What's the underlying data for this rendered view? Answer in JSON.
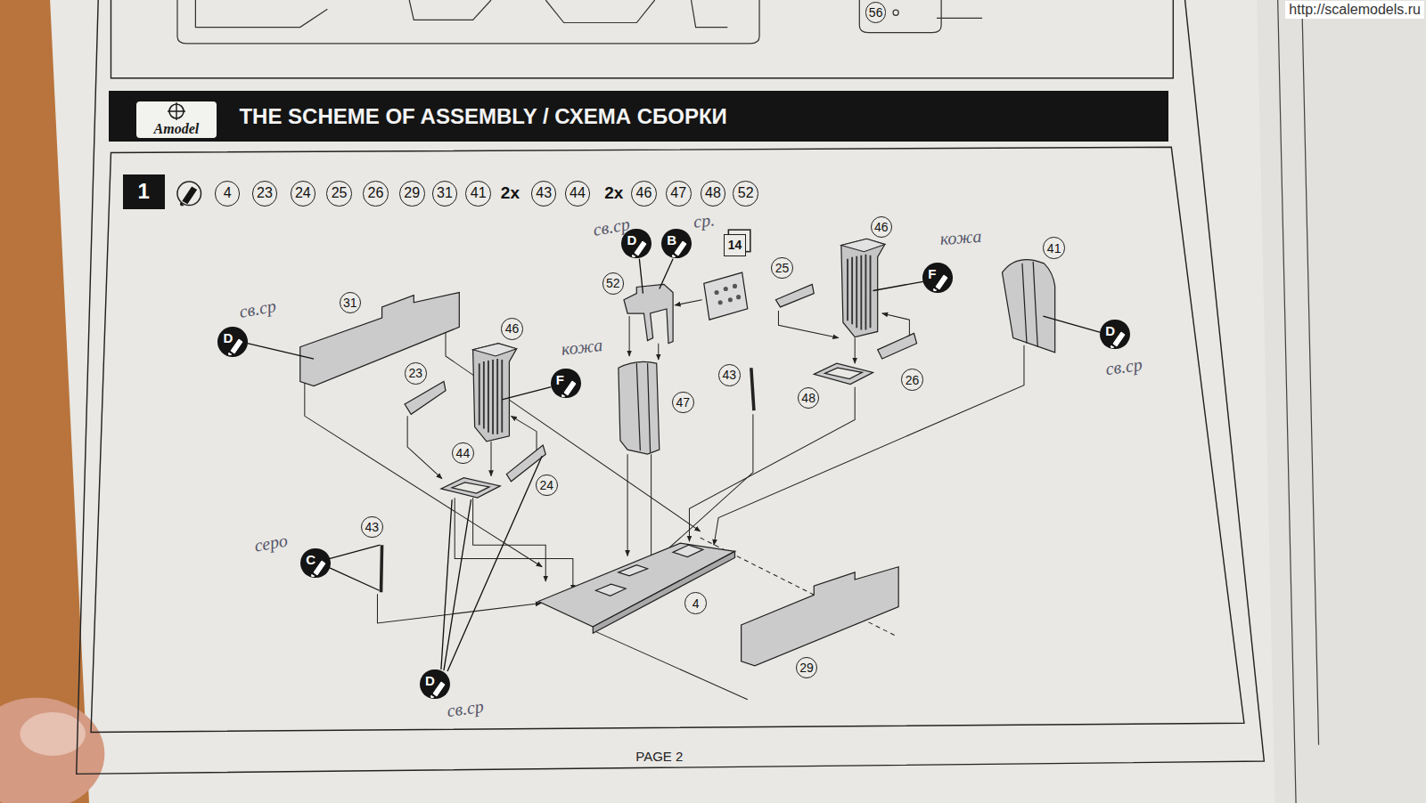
{
  "diagram": {
    "nodes": [
      {
        "text": [
          "56"
        ]
      },
      {
        "text": [
          "THE SCHEME OF ASSEMBLY / СХЕМА СБОРКИ"
        ]
      },
      {
        "text": [
          "Amodel"
        ],
        "in": 1
      },
      {
        "text": [
          "1"
        ]
      },
      {
        "text": [
          "4"
        ]
      },
      {
        "text": [
          "23"
        ]
      },
      {
        "text": [
          "24"
        ]
      },
      {
        "text": [
          "25"
        ]
      },
      {
        "text": [
          "26"
        ]
      },
      {
        "text": [
          "29"
        ]
      },
      {
        "text": [
          "31"
        ]
      },
      {
        "text": [
          "41"
        ]
      },
      {
        "text": [
          "43"
        ]
      },
      {
        "text": [
          "44"
        ]
      },
      {
        "text": [
          "46"
        ]
      },
      {
        "text": [
          "47"
        ]
      },
      {
        "text": [
          "48"
        ]
      },
      {
        "text": [
          "52"
        ]
      },
      {
        "text": [
          "46"
        ]
      },
      {
        "text": [
          "14"
        ]
      },
      {
        "text": [
          "D"
        ]
      },
      {
        "text": [
          "B"
        ]
      },
      {
        "text": [
          "41"
        ]
      },
      {
        "text": [
          "25"
        ]
      },
      {
        "text": [
          "F"
        ]
      },
      {
        "text": [
          "52"
        ]
      },
      {
        "text": [
          "31"
        ]
      },
      {
        "text": [
          "46"
        ]
      },
      {
        "text": [
          "D"
        ]
      },
      {
        "text": [
          "D"
        ]
      },
      {
        "text": [
          "23"
        ]
      },
      {
        "text": [
          "43"
        ]
      },
      {
        "text": [
          "26"
        ]
      },
      {
        "text": [
          "F"
        ]
      },
      {
        "text": [
          "48"
        ]
      },
      {
        "text": [
          "47"
        ]
      },
      {
        "text": [
          "44"
        ]
      },
      {
        "text": [
          "24"
        ]
      },
      {
        "text": [
          "43"
        ]
      },
      {
        "text": [
          "C"
        ]
      },
      {
        "text": [
          "4"
        ]
      },
      {
        "text": [
          "29"
        ]
      },
      {
        "text": [
          "D"
        ]
      }
    ],
    "labels": [
      "http://scalemodels.ru",
      "2x",
      "2x",
      "св.ср",
      "ср.",
      "кожа",
      "св.ср",
      "кожа",
      "св.ср",
      "серо",
      "св.ср",
      "PAGE 2"
    ]
  }
}
